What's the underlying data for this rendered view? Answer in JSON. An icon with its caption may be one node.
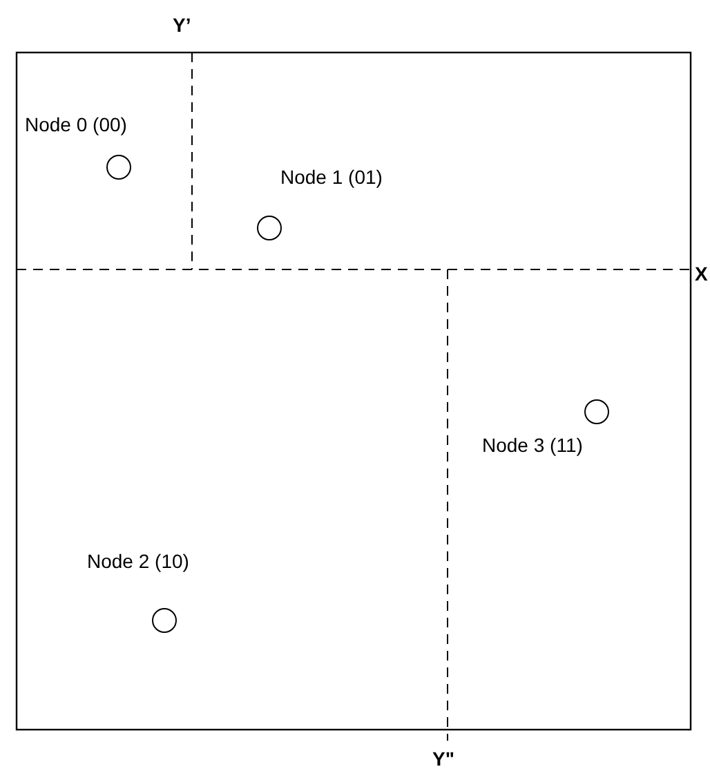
{
  "diagram": {
    "nodes": [
      {
        "text": [
          "Node 0 (00)"
        ]
      },
      {
        "text": [
          "Node 1 (01)"
        ]
      },
      {
        "text": [
          "Node 3 (11)"
        ]
      },
      {
        "text": [
          "Node 2 (10)"
        ]
      }
    ],
    "edges": [],
    "labels": [
      "Y’",
      "X",
      "Y\""
    ]
  }
}
